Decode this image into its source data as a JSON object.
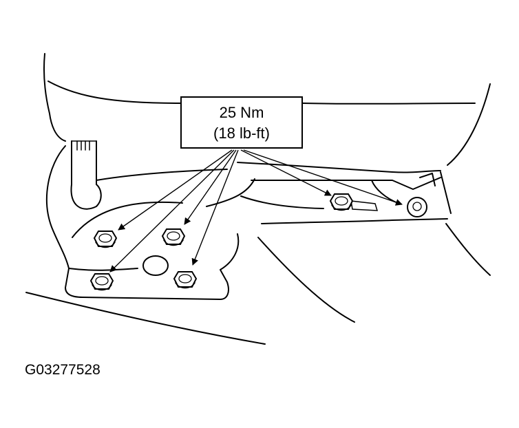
{
  "callout": {
    "torque_nm": "25 Nm",
    "torque_lbft": "(18 lb-ft)"
  },
  "figure_id": "G03277528",
  "bolt_count": 6
}
